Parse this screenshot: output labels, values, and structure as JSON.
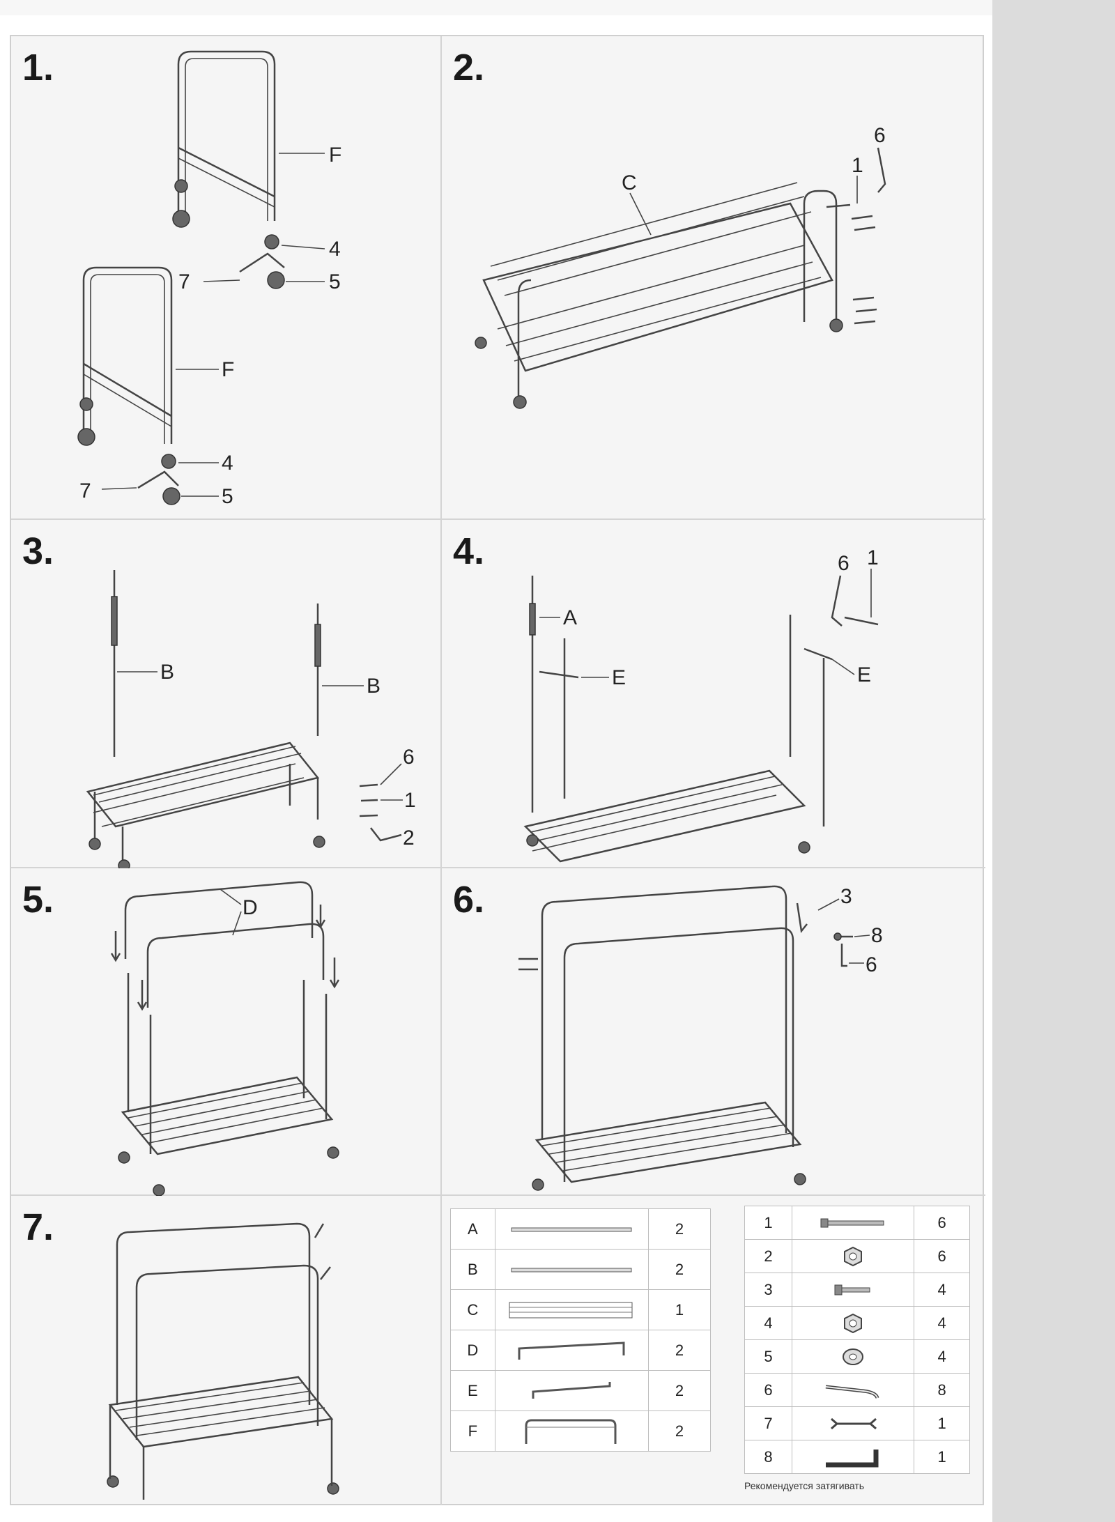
{
  "steps": [
    {
      "number": "1.",
      "labels": {
        "frame": "F",
        "caster_nut": "4",
        "caster": "5",
        "wrench": "7"
      }
    },
    {
      "number": "2.",
      "labels": {
        "shelf": "C",
        "bolt": "1",
        "hex_key": "6"
      }
    },
    {
      "number": "3.",
      "labels": {
        "upright": "B",
        "hex_key": "6",
        "bolt": "1",
        "nut": "2"
      }
    },
    {
      "number": "4.",
      "labels": {
        "upright": "A",
        "side_bar": "E",
        "hex_key": "6",
        "bolt": "1"
      }
    },
    {
      "number": "5.",
      "labels": {
        "top_rail": "D"
      }
    },
    {
      "number": "6.",
      "labels": {
        "hook": "3",
        "washer": "8",
        "hex_key": "6"
      }
    },
    {
      "number": "7."
    }
  ],
  "parts_table_left": [
    {
      "letter": "A",
      "icon": "straight-tube-icon",
      "qty": "2"
    },
    {
      "letter": "B",
      "icon": "straight-tube-icon",
      "qty": "2"
    },
    {
      "letter": "C",
      "icon": "shoe-shelf-icon",
      "qty": "1"
    },
    {
      "letter": "D",
      "icon": "bent-rail-icon",
      "qty": "2"
    },
    {
      "letter": "E",
      "icon": "side-bar-icon",
      "qty": "2"
    },
    {
      "letter": "F",
      "icon": "u-frame-icon",
      "qty": "2"
    }
  ],
  "parts_table_right": [
    {
      "number": "1",
      "icon": "long-bolt-icon",
      "qty": "6"
    },
    {
      "number": "2",
      "icon": "nut-icon",
      "qty": "6"
    },
    {
      "number": "3",
      "icon": "short-bolt-icon",
      "qty": "4"
    },
    {
      "number": "4",
      "icon": "nut-icon",
      "qty": "4"
    },
    {
      "number": "5",
      "icon": "washer-icon",
      "qty": "4"
    },
    {
      "number": "6",
      "icon": "hex-key-icon",
      "qty": "8"
    },
    {
      "number": "7",
      "icon": "wrench-icon",
      "qty": "1"
    },
    {
      "number": "8",
      "icon": "allen-key-icon",
      "qty": "1"
    }
  ],
  "footer_note": "Рекомендуется затягивать"
}
